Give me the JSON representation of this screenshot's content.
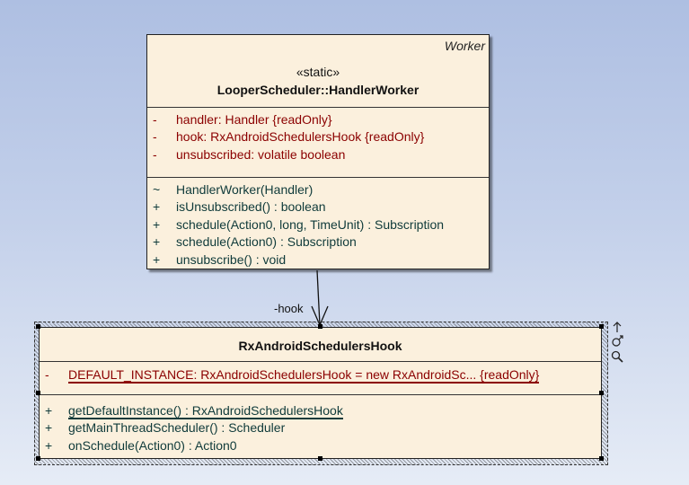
{
  "worker": {
    "corner_stereotype": "Worker",
    "stereotype": "«static»",
    "name": "LooperScheduler::HandlerWorker",
    "attributes": [
      {
        "vis": "-",
        "text": "handler:  Handler {readOnly}"
      },
      {
        "vis": "-",
        "text": "hook:  RxAndroidSchedulersHook {readOnly}"
      },
      {
        "vis": "-",
        "text": "unsubscribed:  volatile boolean"
      }
    ],
    "operations": [
      {
        "vis": "~",
        "text": "HandlerWorker(Handler)"
      },
      {
        "vis": "+",
        "text": "isUnsubscribed() : boolean"
      },
      {
        "vis": "+",
        "text": "schedule(Action0, long, TimeUnit) : Subscription"
      },
      {
        "vis": "+",
        "text": "schedule(Action0) : Subscription"
      },
      {
        "vis": "+",
        "text": "unsubscribe() : void"
      }
    ]
  },
  "association": {
    "role_label": "-hook"
  },
  "hook_class": {
    "name": "RxAndroidSchedulersHook",
    "attributes": [
      {
        "vis": "-",
        "text": "DEFAULT_INSTANCE:  RxAndroidSchedulersHook = new RxAndroidSc... {readOnly}"
      }
    ],
    "operations": [
      {
        "vis": "+",
        "text": "getDefaultInstance() : RxAndroidSchedulersHook"
      },
      {
        "vis": "+",
        "text": "getMainThreadScheduler() : Scheduler"
      },
      {
        "vis": "+",
        "text": "onSchedule(Action0) : Action0"
      }
    ]
  },
  "side_icons": [
    "arrow-up-icon",
    "link-icon",
    "search-icon"
  ]
}
